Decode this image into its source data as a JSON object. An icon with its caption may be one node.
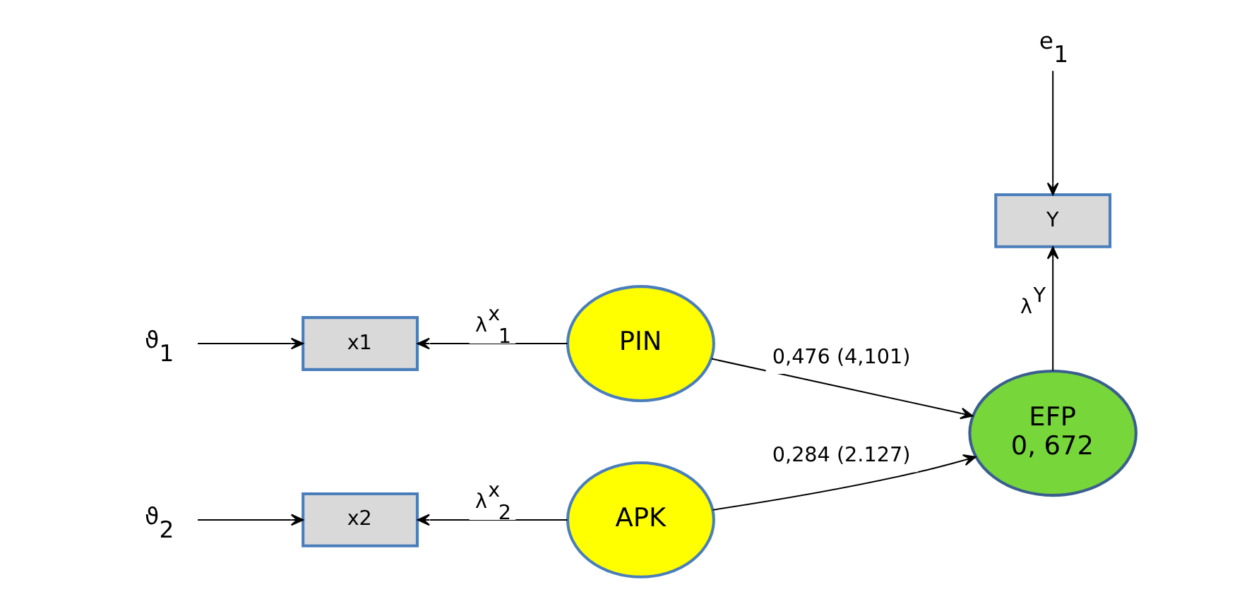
{
  "diagram": {
    "nodes": [
      {
        "text": [
          "e$_{1}$"
        ]
      },
      {
        "text": [
          "ϑ$_{1}$"
        ]
      },
      {
        "text": [
          "x1"
        ]
      },
      {
        "text": [
          "PIN"
        ]
      },
      {
        "text": [
          "Y"
        ]
      },
      {
        "text": [
          "EFP",
          "0, 672"
        ]
      },
      {
        "text": [
          "ϑ$_{2}$"
        ]
      },
      {
        "text": [
          "x2"
        ]
      },
      {
        "text": [
          "APK"
        ]
      }
    ],
    "edges": [
      {
        "from": 0,
        "to": 4,
        "arrow": "to"
      },
      {
        "from": 1,
        "to": 2,
        "arrow": "to"
      },
      {
        "from": 3,
        "to": 2,
        "arrow": "to",
        "label": "λ$^{x}$$_{1}$"
      },
      {
        "from": 5,
        "to": 4,
        "arrow": "to",
        "label": "λ$^{Y}$"
      },
      {
        "from": 3,
        "to": 5,
        "arrow": "to",
        "label": "0,476 (4,101)"
      },
      {
        "from": 8,
        "to": 5,
        "arrow": "to",
        "label": "0,284 (2.127)"
      },
      {
        "from": 6,
        "to": 7,
        "arrow": "to"
      },
      {
        "from": 8,
        "to": 7,
        "arrow": "to",
        "label": "λ$^{x}$$_{2}$"
      }
    ]
  }
}
